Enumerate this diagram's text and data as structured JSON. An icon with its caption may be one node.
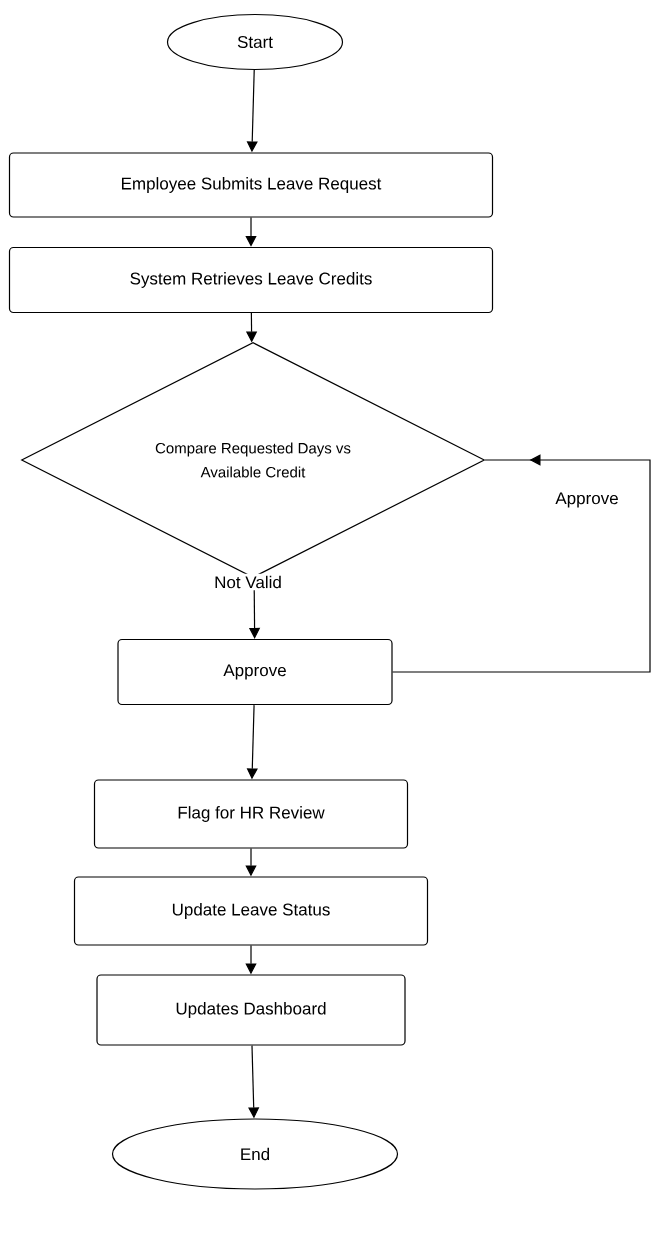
{
  "diagram": {
    "nodes": [
      {
        "text": [
          "Start"
        ]
      },
      {
        "text": [
          "Employee Submits Leave Request"
        ]
      },
      {
        "text": [
          "System Retrieves Leave Credits"
        ]
      },
      {
        "text": [
          "Compare Requested Days vs Available Credit"
        ]
      },
      {
        "text": [
          "Approve"
        ]
      },
      {
        "text": [
          "Flag for HR Review"
        ]
      },
      {
        "text": [
          "Update Leave Status"
        ]
      },
      {
        "text": [
          "Updates Dashboard"
        ]
      },
      {
        "text": [
          "End"
        ]
      }
    ],
    "edges": [
      {
        "from": 0,
        "to": 1,
        "arrow": "to"
      },
      {
        "from": 1,
        "to": 2,
        "arrow": "to"
      },
      {
        "from": 2,
        "to": 3,
        "arrow": "to"
      },
      {
        "from": 3,
        "to": 4,
        "arrow": "to",
        "label": "Not Valid"
      },
      {
        "from": 4,
        "to": 5,
        "arrow": "to"
      },
      {
        "from": 5,
        "to": 6,
        "arrow": "to"
      },
      {
        "from": 6,
        "to": 7,
        "arrow": "to"
      },
      {
        "from": 7,
        "to": 8,
        "arrow": "to"
      },
      {
        "from": 4,
        "to": 3,
        "arrow": "to",
        "label": "Approve"
      }
    ]
  }
}
